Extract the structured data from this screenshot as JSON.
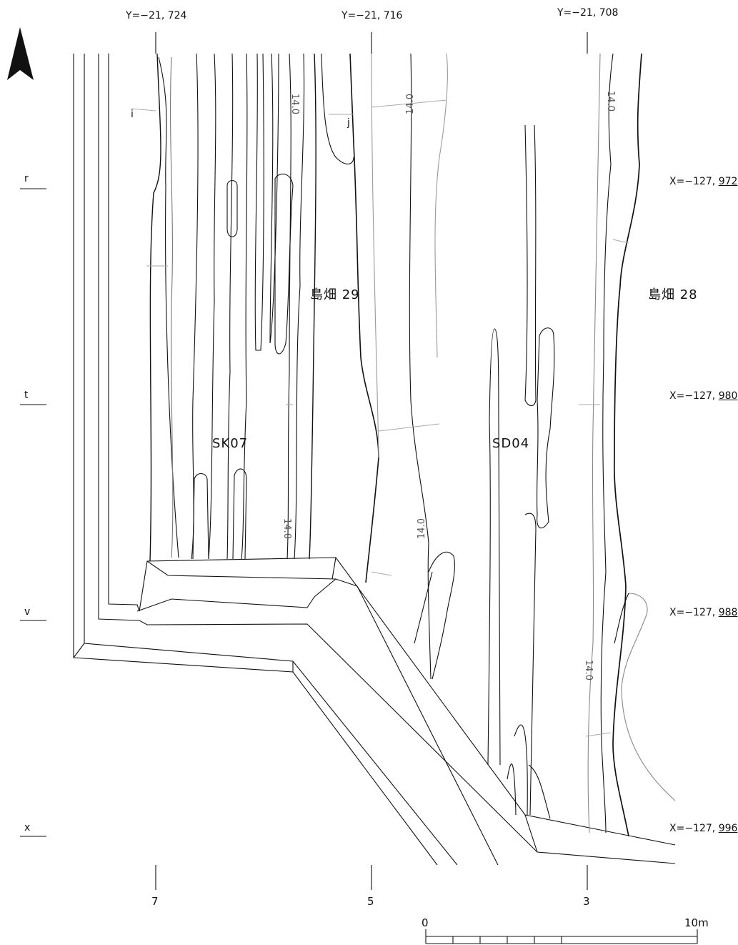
{
  "north_arrow": {
    "icon": "north-arrow-icon"
  },
  "y_coords": [
    "Y=−21, 724",
    "Y=−21, 716",
    "Y=−21, 708"
  ],
  "x_coords": [
    {
      "prefix": "X=−127, ",
      "suffix": "972"
    },
    {
      "prefix": "X=−127, ",
      "suffix": "980"
    },
    {
      "prefix": "X=−127, ",
      "suffix": "988"
    },
    {
      "prefix": "X=−127, ",
      "suffix": "996"
    }
  ],
  "row_letters": [
    "r",
    "t",
    "v",
    "x"
  ],
  "column_numbers": [
    "7",
    "5",
    "3"
  ],
  "features": {
    "shimahata29": "島畑 29",
    "shimahata28": "島畑 28",
    "sk07": "SK07",
    "sd04": "SD04"
  },
  "section_marks": {
    "i": "i",
    "j": "j"
  },
  "contour_label": "14.0",
  "scale_bar": {
    "start": "0",
    "end": "10m"
  }
}
